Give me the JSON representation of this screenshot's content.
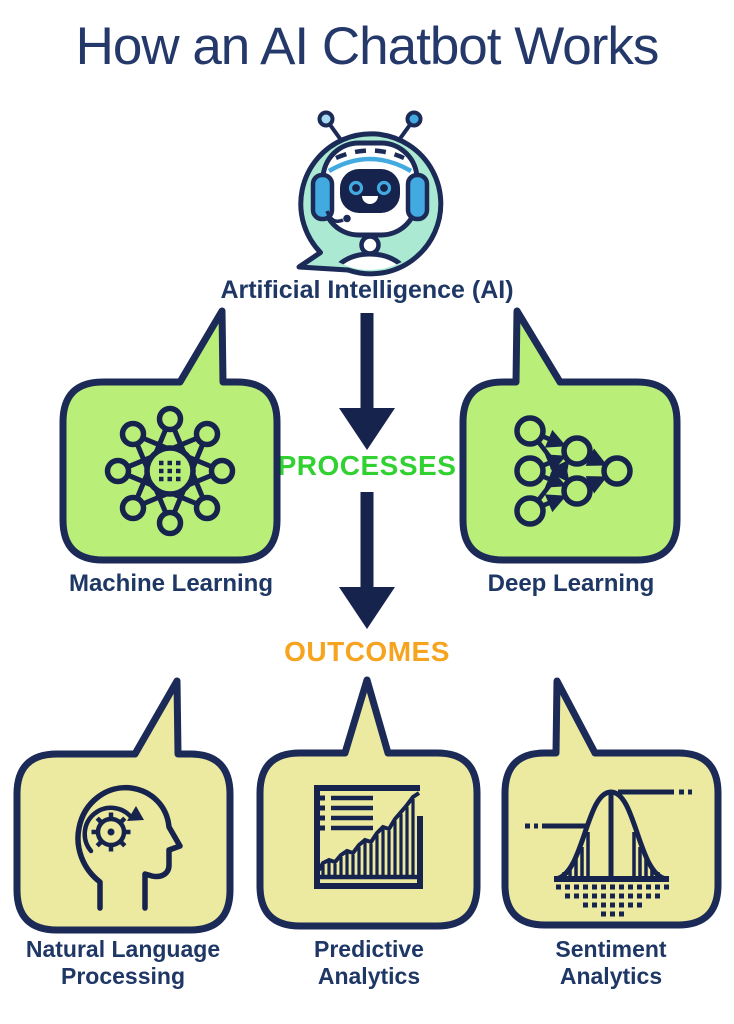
{
  "page": {
    "title": "How an AI Chatbot Works"
  },
  "diagram": {
    "ai": {
      "label": "Artificial Intelligence (AI)",
      "icon": "chatbot-robot-icon"
    },
    "stage_labels": {
      "processes": "PROCESSES",
      "outcomes": "OUTCOMES"
    },
    "processes": [
      {
        "label": "Machine Learning",
        "icon": "machine-learning-network-icon",
        "bubble_color": "#b9ef79"
      },
      {
        "label": "Deep Learning",
        "icon": "deep-learning-network-icon",
        "bubble_color": "#b9ef79"
      }
    ],
    "outcomes": [
      {
        "label": "Natural Language Processing",
        "icon": "head-gear-icon",
        "bubble_color": "#ece9a0"
      },
      {
        "label": "Predictive Analytics",
        "icon": "rising-bar-chart-icon",
        "bubble_color": "#ece9a0"
      },
      {
        "label": "Sentiment Analytics",
        "icon": "bell-curve-icon",
        "bubble_color": "#ece9a0"
      }
    ],
    "colors": {
      "navy_outline": "#1b2a56",
      "text_navy": "#1e3765",
      "process_green_text": "#32d132",
      "outcome_orange_text": "#f6a41f",
      "green_bubble": "#b9ef79",
      "yellow_bubble": "#ece9a0",
      "mint_bubble": "#abe9d2",
      "robot_blue": "#43aae1",
      "robot_light_blue": "#a5daf3"
    }
  }
}
